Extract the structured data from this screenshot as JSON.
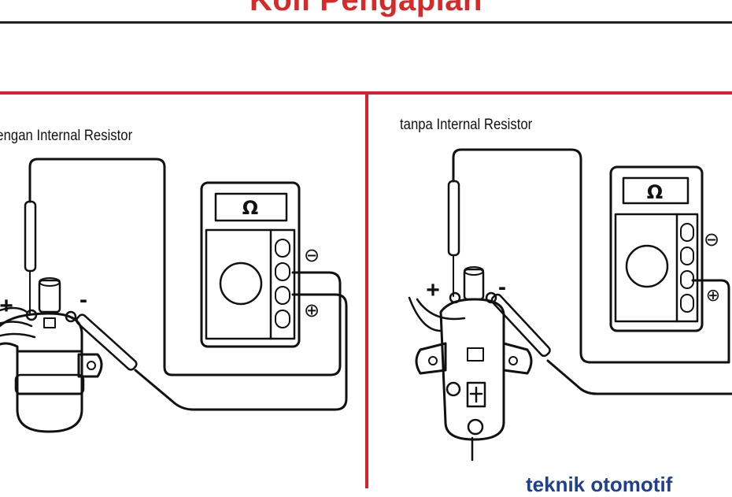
{
  "title": "Koil Pengapian",
  "panels": {
    "left": {
      "label": "dengan Internal Resistor"
    },
    "right": {
      "label": "tanpa Internal Resistor"
    }
  },
  "meter": {
    "display_symbol": "Ω",
    "terminal_negative": "⊖",
    "terminal_positive": "⊕"
  },
  "coil": {
    "plus_mark": "+",
    "minus_mark": "-"
  },
  "watermark": "teknik otomotif",
  "colors": {
    "title": "#d62a2a",
    "frame": "#d4232a",
    "watermark": "#1f3f8f",
    "ink": "#111111"
  }
}
